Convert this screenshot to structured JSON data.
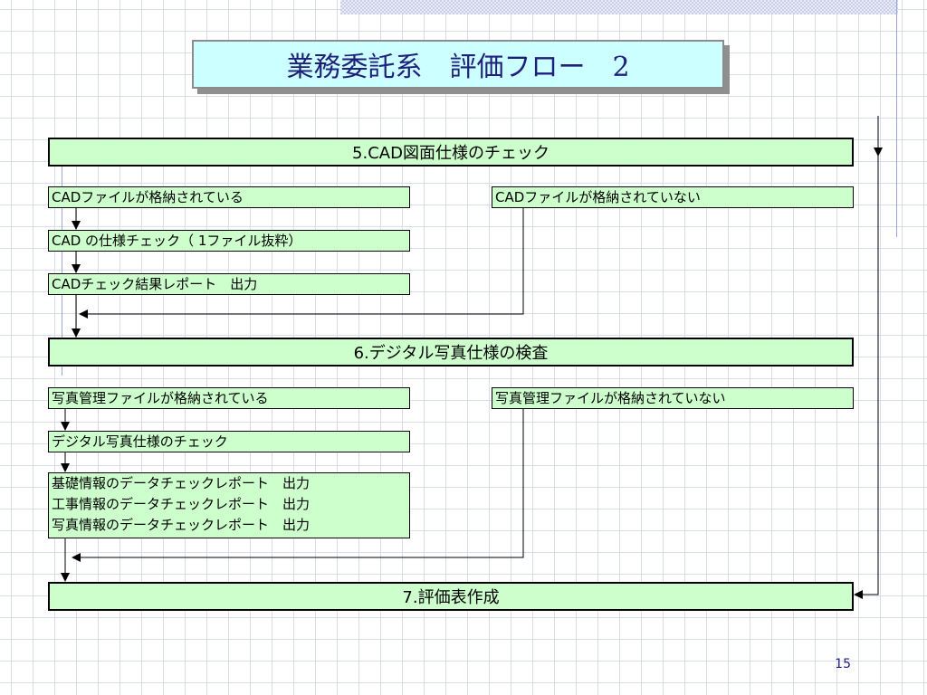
{
  "slide": {
    "title": "業務委託系　評価フロー　2",
    "page_number": "15"
  },
  "sections": {
    "cad": {
      "heading": "5.CAD図面仕様のチェック",
      "branch_yes": "CADファイルが格納されている",
      "branch_no": "CADファイルが格納されていない",
      "step_check": "CAD の仕様チェック（ 1ファイル抜粋）",
      "step_report": "CADチェック結果レポート　出力"
    },
    "photo": {
      "heading": "6.デジタル写真仕様の検査",
      "branch_yes": "写真管理ファイルが格納されている",
      "branch_no": "写真管理ファイルが格納されていない",
      "step_check": "デジタル写真仕様のチェック",
      "reports": [
        "基礎情報のデータチェックレポート　出力",
        "工事情報のデータチェックレポート　出力",
        "写真情報のデータチェックレポート　出力"
      ]
    },
    "evaluation": {
      "heading": "7.評価表作成"
    }
  }
}
